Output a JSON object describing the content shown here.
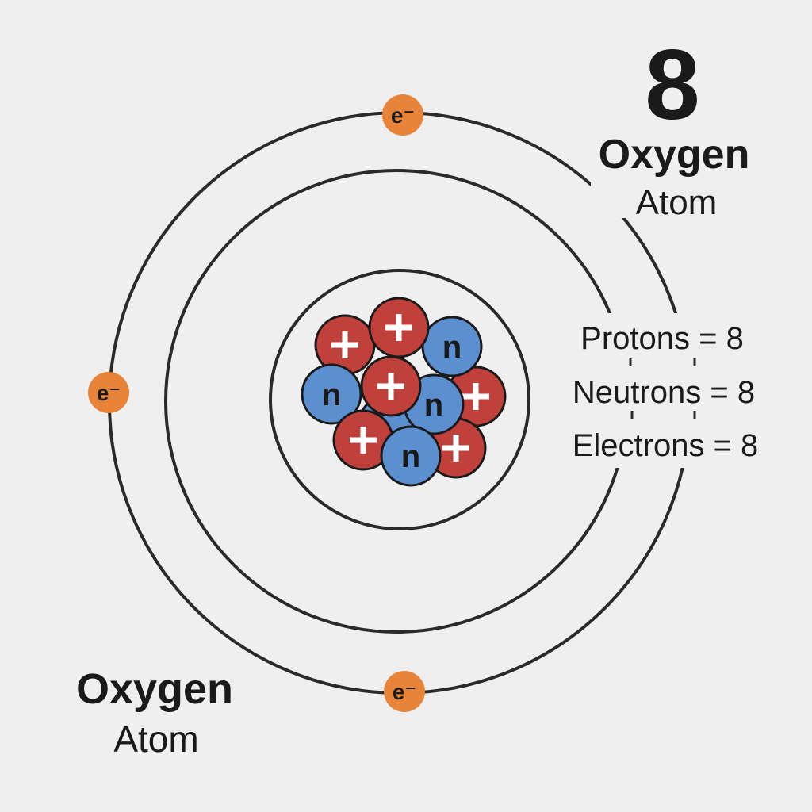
{
  "atomic_number": "8",
  "title_top": {
    "name": "Oxygen",
    "subtitle": "Atom"
  },
  "title_bottom": {
    "name": "Oxygen",
    "subtitle": "Atom"
  },
  "counts": [
    {
      "label": "Protons = 8"
    },
    {
      "label": "Neutrons = 8"
    },
    {
      "label": "Electrons = 8"
    }
  ],
  "electron_label": "e⁻",
  "proton_symbol": "+",
  "neutron_symbol": "n",
  "particles": [
    "neutron",
    "proton",
    "proton",
    "neutron",
    "proton",
    "proton",
    "neutron",
    "neutron",
    "proton",
    "proton",
    "neutron"
  ],
  "colors": {
    "background": "#efefef",
    "proton": "#c0403c",
    "neutron": "#5b8fd0",
    "electron": "#e8833a",
    "orbit": "#2a2a2a",
    "text": "#1a1a1a"
  }
}
